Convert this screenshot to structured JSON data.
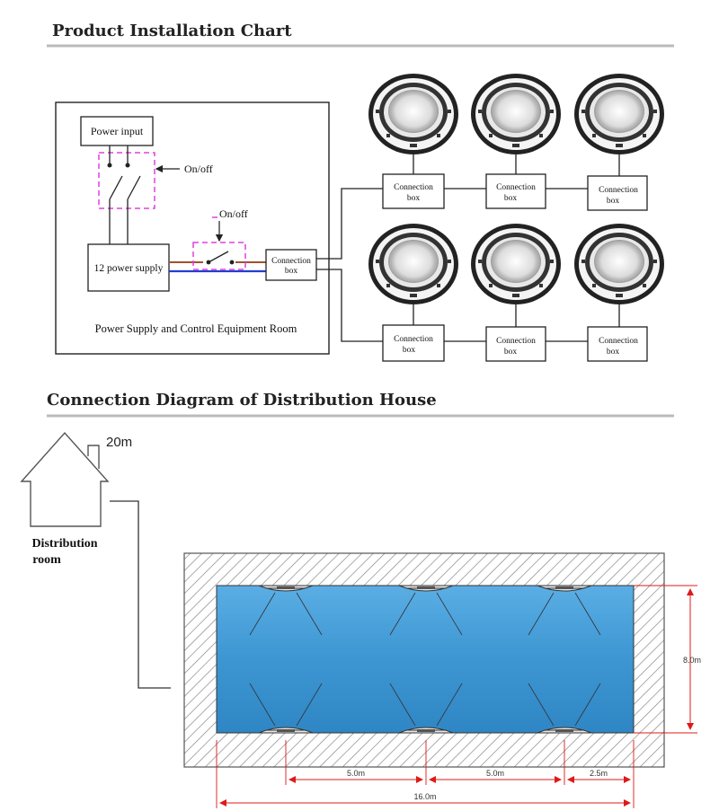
{
  "section1": {
    "title": "Product Installation Chart",
    "power_input": "Power input",
    "switch1_label": "On/off",
    "switch2_label": "On/off",
    "power_supply": "12 power supply",
    "main_connection_box": [
      "Connection",
      "box"
    ],
    "room_label": "Power Supply and Control Equipment Room",
    "connection_box_label": [
      "Connection",
      "box"
    ]
  },
  "section2": {
    "title": "Connection Diagram of Distribution House",
    "house_label": "20m",
    "distribution_room": [
      "Distribution",
      "room"
    ],
    "dimensions": {
      "height": "8.0m",
      "spacing1": "5.0m",
      "spacing2": "5.0m",
      "edge": "2.5m",
      "total": "16.0m"
    }
  },
  "colors": {
    "switch_border": "#e040e0",
    "brown_wire": "#a0522d",
    "blue_wire": "#1f3fd0",
    "pool_water": "#4a9fd8",
    "dimension_red": "#e01818"
  }
}
